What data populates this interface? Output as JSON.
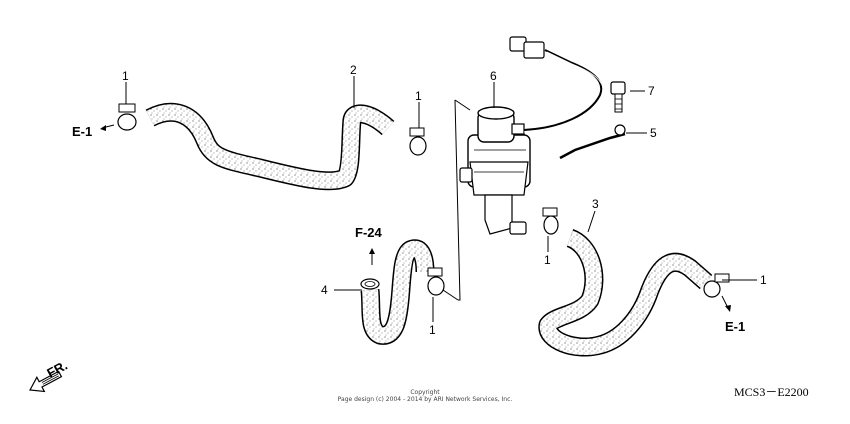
{
  "callouts": {
    "c1a": "1",
    "c1b": "1",
    "c1c": "1",
    "c1d": "1",
    "c1e": "1",
    "c2": "2",
    "c3": "3",
    "c4": "4",
    "c5": "5",
    "c6": "6",
    "c7": "7"
  },
  "refs": {
    "e1_left": "E-1",
    "e1_right": "E-1",
    "f24": "F-24"
  },
  "direction_label": "FR.",
  "copyright": {
    "line1": "Copyright",
    "line2": "Page design (c) 2004 - 2014 by ARI Network Services, Inc."
  },
  "diagram_code": "MCS3－E2200",
  "icons": {
    "front_arrow": "front-direction-arrow-icon"
  }
}
